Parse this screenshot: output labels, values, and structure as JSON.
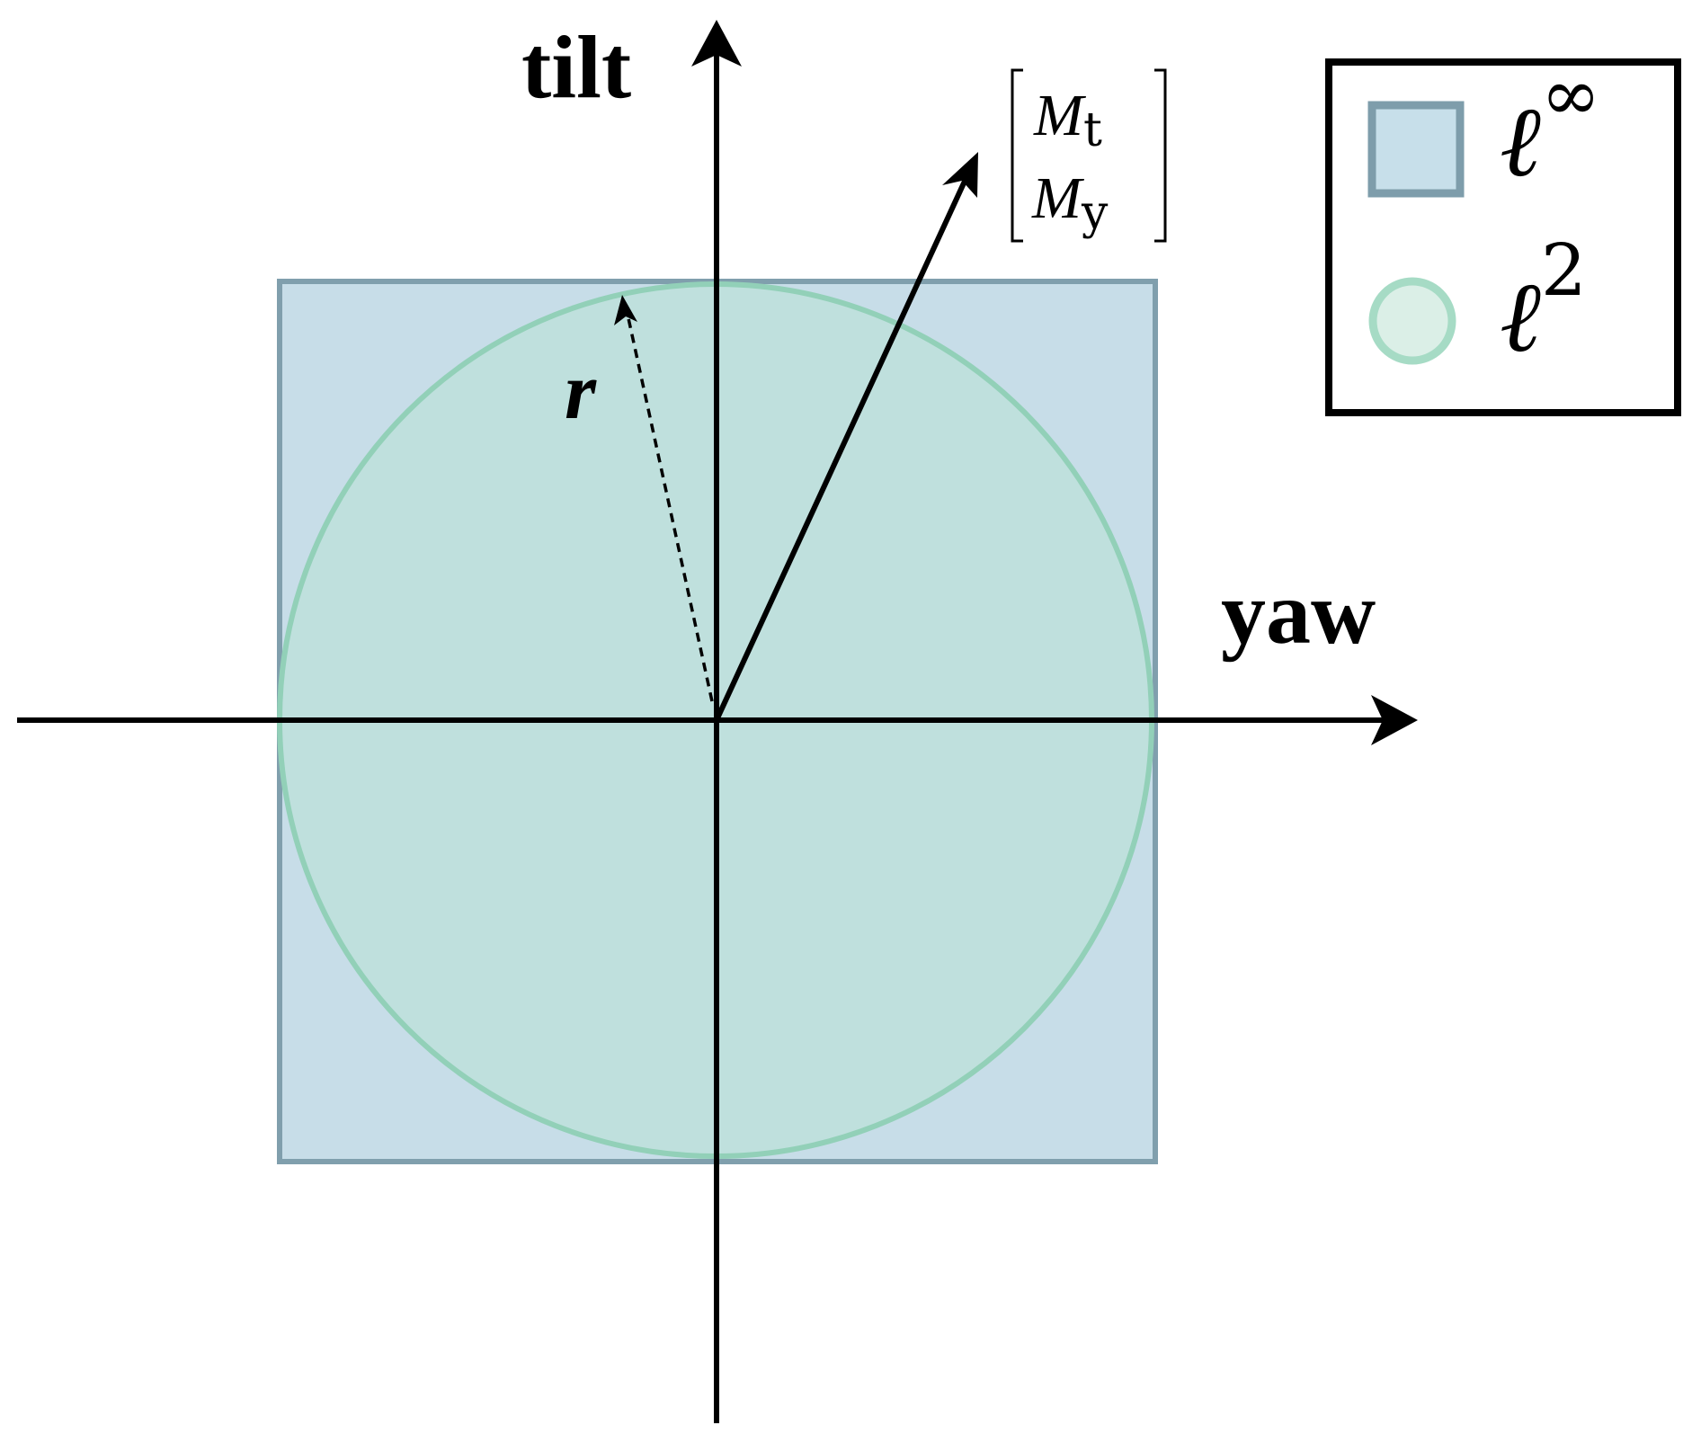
{
  "axes": {
    "vertical_label": "tilt",
    "horizontal_label": "yaw"
  },
  "radius_label": "r",
  "vector_label": {
    "top": "M",
    "top_sub": "t",
    "bottom": "M",
    "bottom_sub": "y"
  },
  "legend": {
    "items": [
      {
        "symbol": "ℓ",
        "superscript": "∞",
        "fill": "#c7dfea",
        "stroke": "#7e9dab"
      },
      {
        "symbol": "ℓ",
        "superscript": "2",
        "fill": "#dbefe7",
        "stroke": "#a6dbc5"
      }
    ]
  },
  "colors": {
    "square_fill": "#c7dde8",
    "square_stroke": "#809fad",
    "circle_fill": "#bde0da",
    "circle_stroke": "#92d0b8"
  }
}
